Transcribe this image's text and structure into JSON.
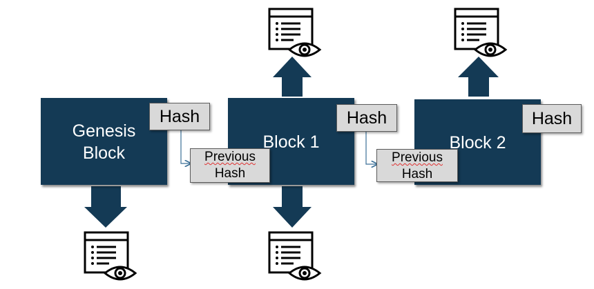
{
  "blocks": [
    {
      "label": "Genesis\nBlock",
      "hash_label": "Hash"
    },
    {
      "label": "Block 1",
      "hash_label": "Hash"
    },
    {
      "label": "Block 2",
      "hash_label": "Hash"
    }
  ],
  "previous_hash": [
    {
      "line1": "Previous",
      "line2": "Hash"
    },
    {
      "line1": "Previous",
      "line2": "Hash"
    }
  ],
  "icons": [
    "document-view-icon"
  ],
  "colors": {
    "block": "#143a55",
    "hash_box": "#d9d9d9",
    "arrow": "#143a55",
    "connector": "#3b6f96"
  }
}
